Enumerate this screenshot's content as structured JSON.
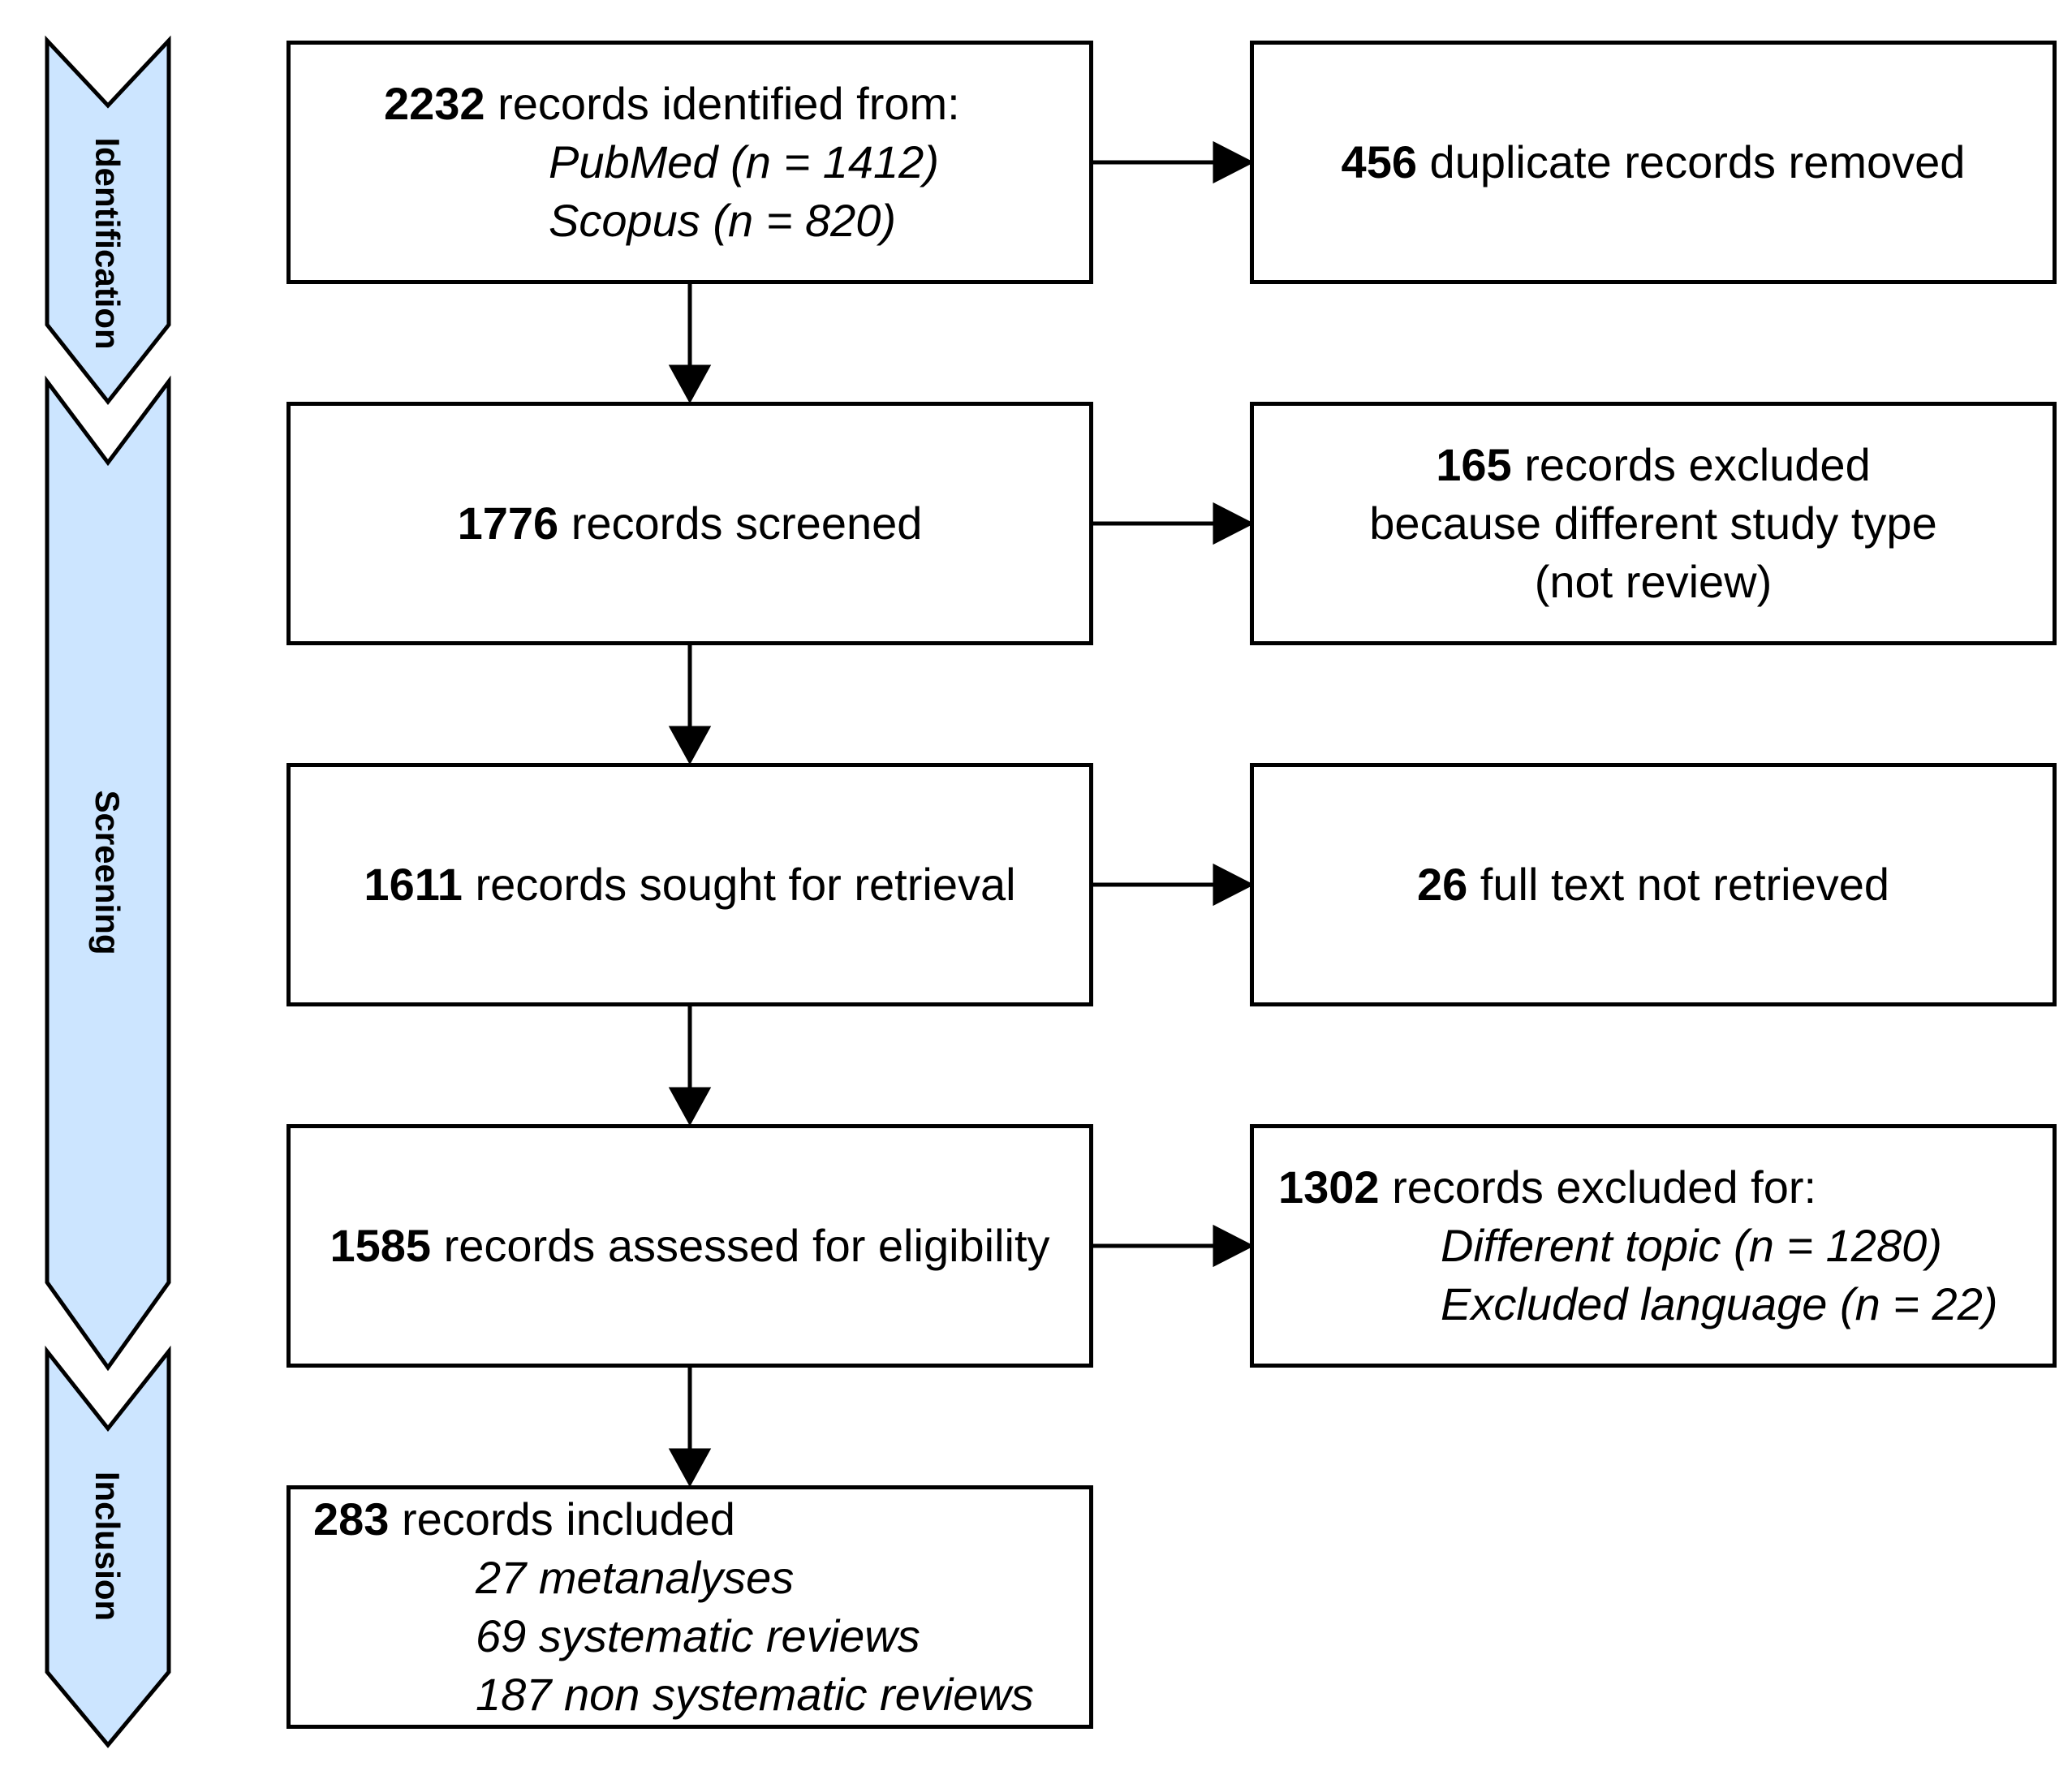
{
  "stages": [
    {
      "label": "Identification"
    },
    {
      "label": "Screening"
    },
    {
      "label": "Inclusion"
    }
  ],
  "boxes": {
    "identified": {
      "count": "2232",
      "text": "records identified from:",
      "sources": [
        "PubMed (n = 1412)",
        "Scopus (n = 820)"
      ]
    },
    "duplicates": {
      "count": "456",
      "text": "duplicate records removed"
    },
    "screened": {
      "count": "1776",
      "text": "records screened"
    },
    "excluded_type": {
      "count": "165",
      "text": "records excluded",
      "line2": "because different study type",
      "line3": "(not review)"
    },
    "sought": {
      "count": "1611",
      "text": "records sought for retrieval"
    },
    "not_retrieved": {
      "count": "26",
      "text": "full text not retrieved"
    },
    "assessed": {
      "count": "1585",
      "text": "records assessed for eligibility"
    },
    "excluded_for": {
      "count": "1302",
      "text": "records excluded for:",
      "reasons": [
        "Different topic (n = 1280)",
        "Excluded language (n = 22)"
      ]
    },
    "included": {
      "count": "283",
      "text": "records included",
      "types": [
        "27 metanalyses",
        "69 systematic reviews",
        "187 non systematic reviews"
      ]
    }
  },
  "colors": {
    "stage_fill": "#cce5ff",
    "stroke": "#000000"
  }
}
